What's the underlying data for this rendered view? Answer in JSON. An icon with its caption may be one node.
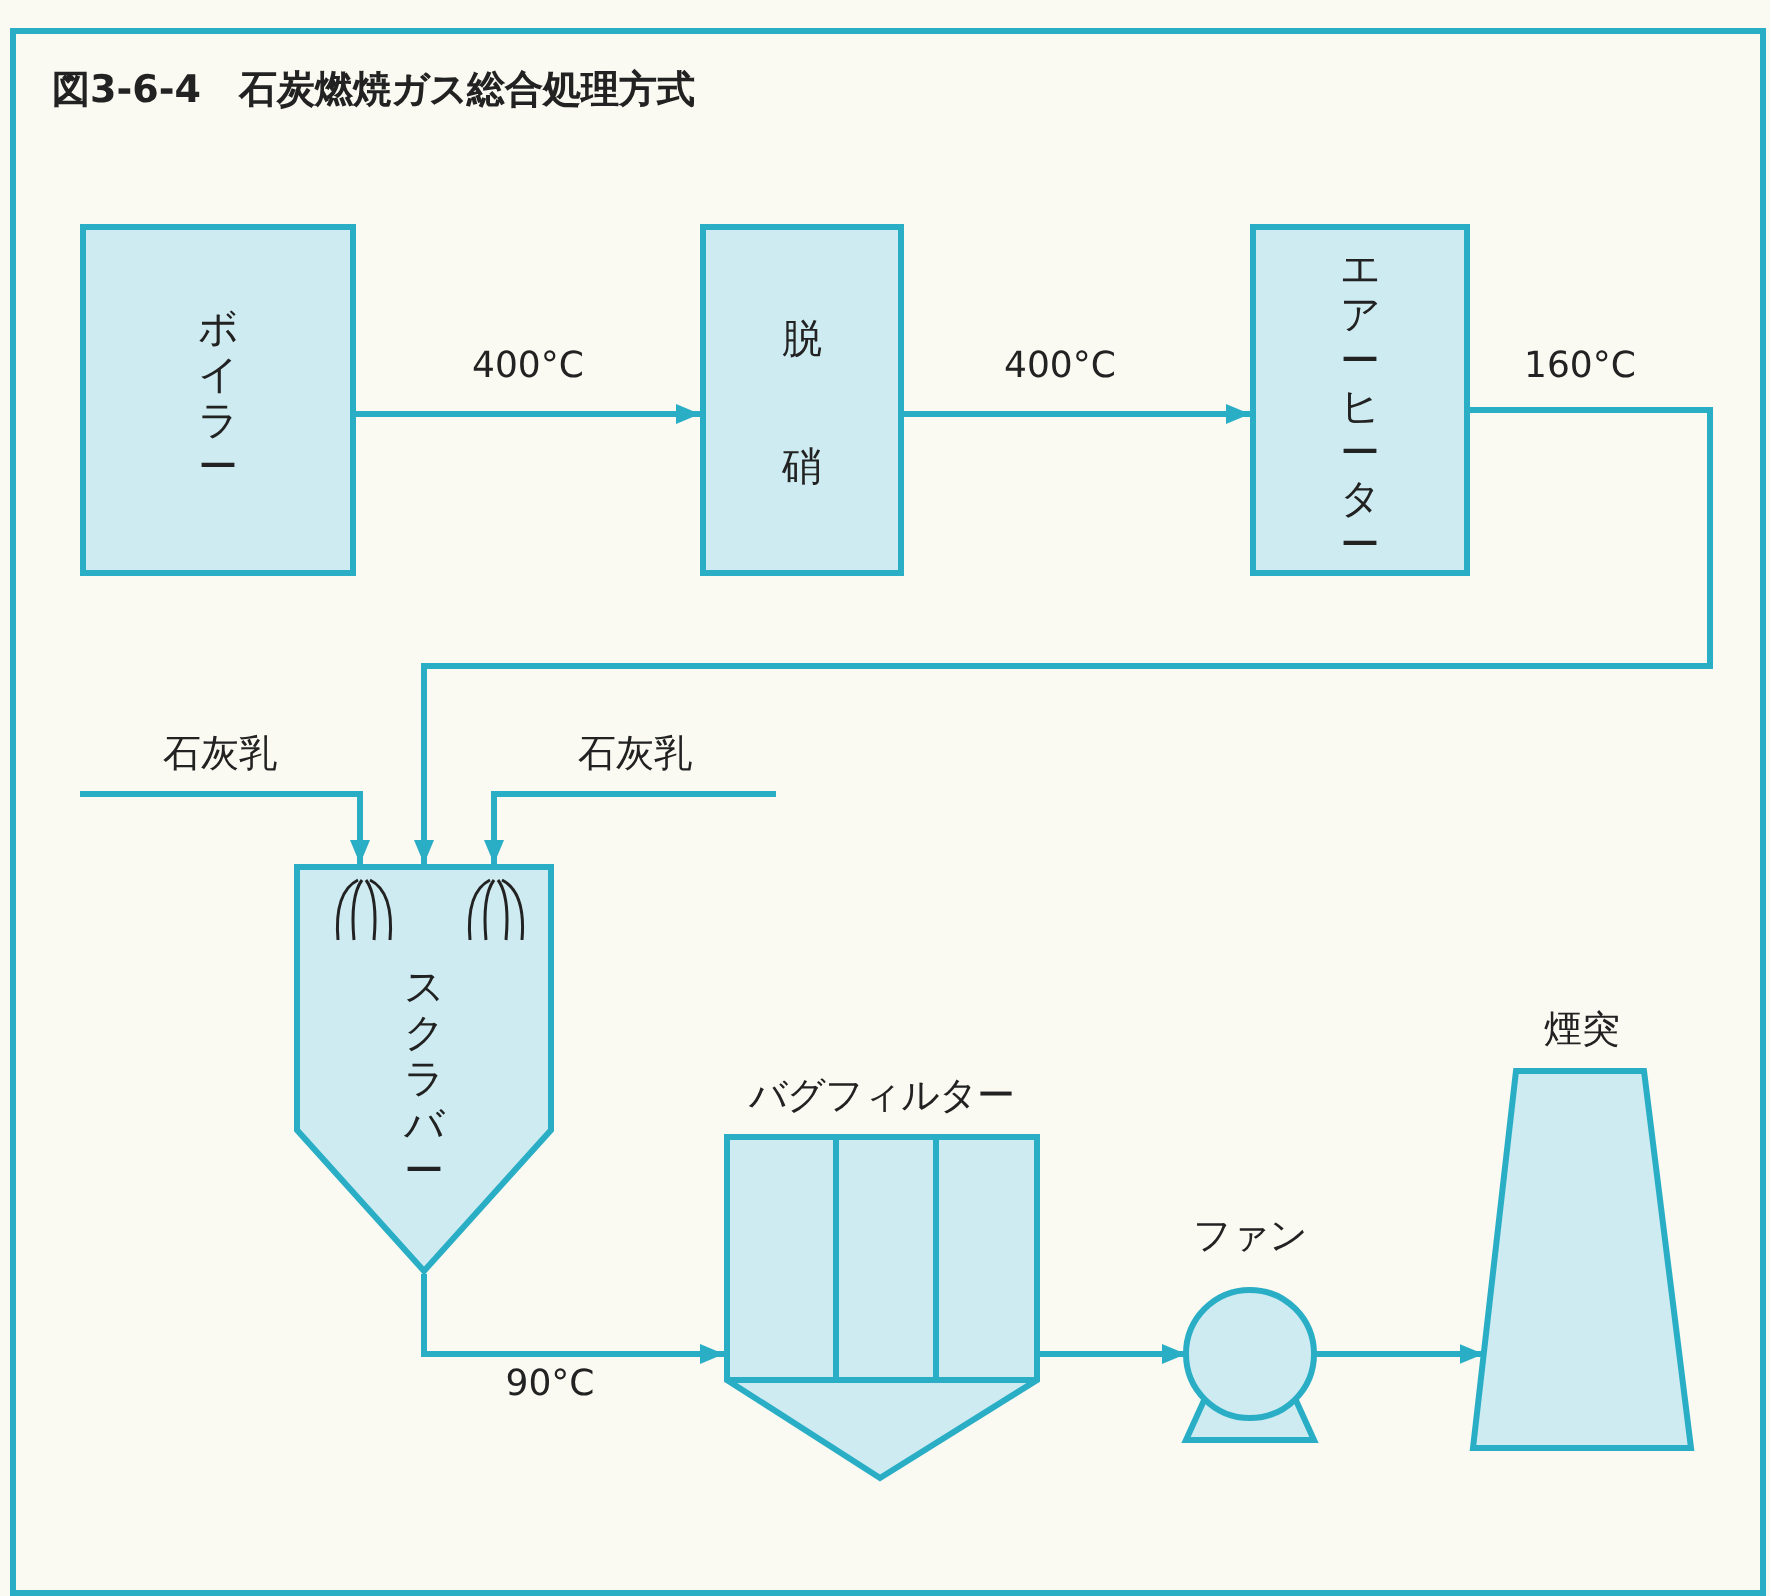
{
  "diagram": {
    "title": "図3-6-4　石炭燃焼ガス総合処理方式",
    "nodes": [
      {
        "text": [
          "ボイラー"
        ]
      },
      {
        "text": [
          "脱硝"
        ]
      },
      {
        "text": [
          "エアーヒーター"
        ]
      },
      {
        "text": [
          "石灰乳"
        ]
      },
      {
        "text": [
          "石灰乳"
        ]
      },
      {
        "text": [
          "スクラバー"
        ]
      },
      {
        "text": [
          "バグフィルター"
        ]
      },
      {
        "text": [
          "ファン"
        ]
      },
      {
        "text": [
          "煙突"
        ]
      }
    ],
    "edges": [
      {
        "from": 0,
        "to": 1,
        "arrow": "to",
        "label": "400°C"
      },
      {
        "from": 1,
        "to": 2,
        "arrow": "to",
        "label": "400°C"
      },
      {
        "from": 2,
        "to": 5,
        "arrow": "to",
        "label": "160°C"
      },
      {
        "from": 3,
        "to": 5,
        "arrow": "to"
      },
      {
        "from": 4,
        "to": 5,
        "arrow": "to"
      },
      {
        "from": 5,
        "to": 6,
        "arrow": "to",
        "label": "90°C"
      },
      {
        "from": 6,
        "to": 7,
        "arrow": "to"
      },
      {
        "from": 7,
        "to": 8,
        "arrow": "to"
      }
    ]
  }
}
